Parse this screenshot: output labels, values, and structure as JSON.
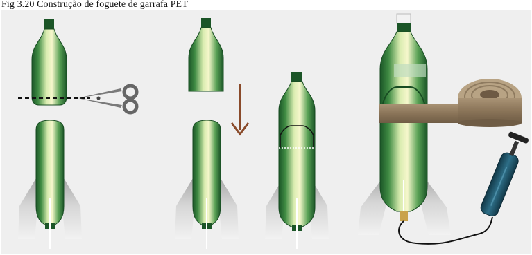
{
  "caption": "Fig 3.20 Construção de foguete de garrafa PET",
  "illustration": {
    "steps": [
      {
        "name": "cut-bottle",
        "tool": "scissors-icon"
      },
      {
        "name": "fit-top-into-body",
        "tool": "arrow-down-icon"
      },
      {
        "name": "nested-assembly",
        "tool": "none"
      },
      {
        "name": "tape-and-pump",
        "tool": "tape-roll-icon"
      }
    ],
    "colors": {
      "background": "#efefef",
      "bottle_dark": "#1e5a2a",
      "bottle_mid": "#4f9a4e",
      "bottle_light": "#f4f4c2",
      "fins": "#c8c8c8",
      "arrow": "#8a4a2a",
      "tape": "#8f7a62",
      "pump": "#1d4e63"
    }
  }
}
